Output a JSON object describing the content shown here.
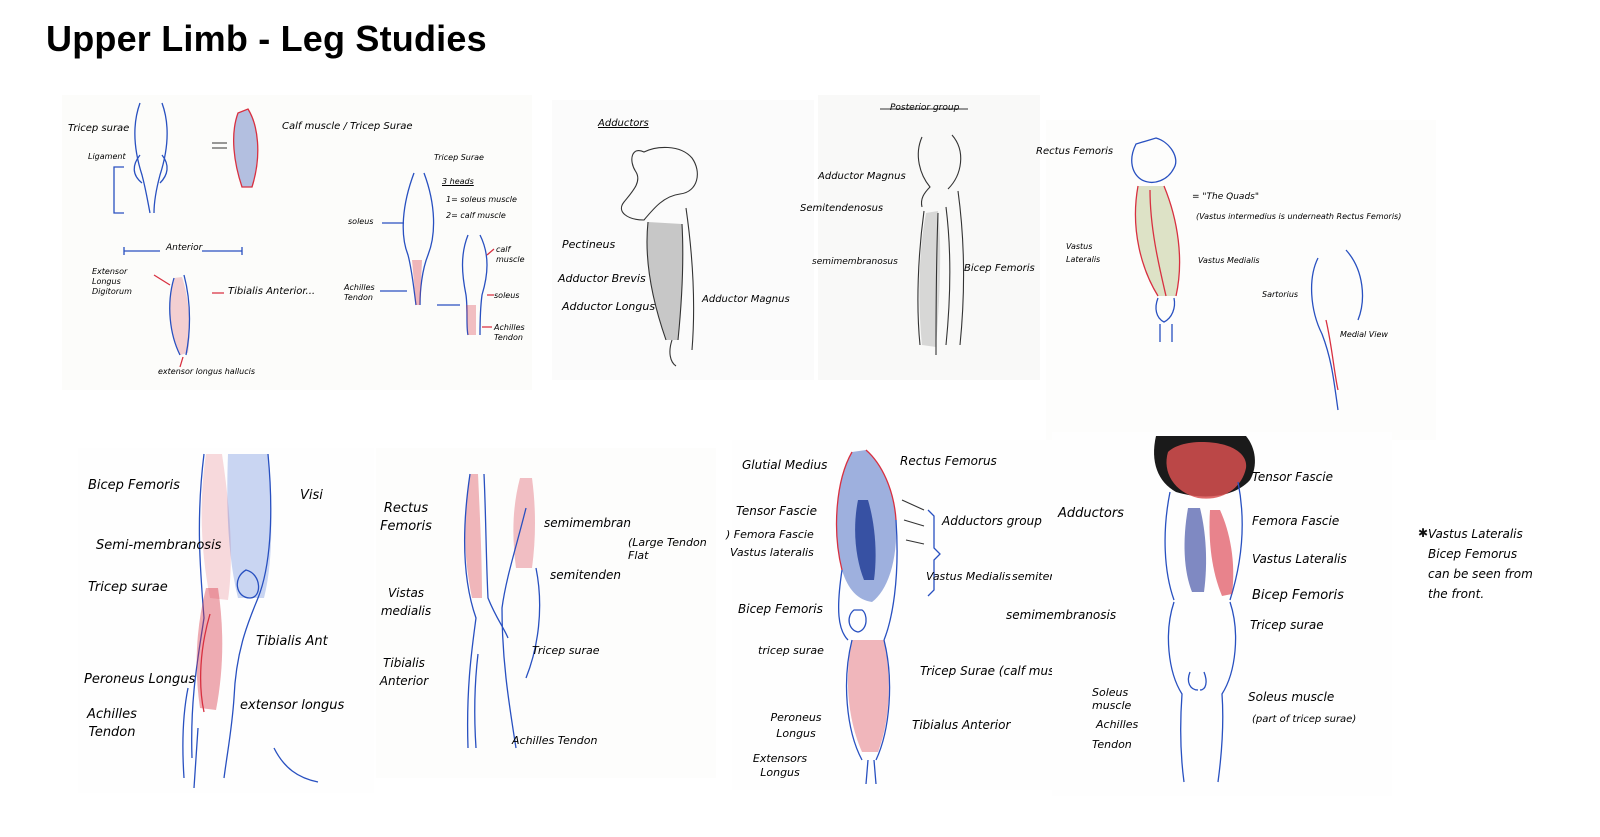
{
  "title": "Upper Limb - Leg Studies",
  "colors": {
    "blue_ink": "#1f47b8",
    "red_ink": "#d8283a",
    "pencil": "#222222"
  },
  "panel1": {
    "tricep_surae": "Tricep surae",
    "ligament": "Ligament",
    "calf_muscle": "Calf muscle / Tricep Surae",
    "anterior": "Anterior",
    "extensor_longus_digitorum": "Extensor Longus Digitorum",
    "tibialis_anterior": "Tibialis Anterior...",
    "extensor_longus_hallucis": "extensor longus hallucis"
  },
  "panel2": {
    "tricep_surae": "Tricep Surae",
    "three_heads": "3 heads",
    "head1": "1= soleus muscle",
    "head2": "2= calf muscle",
    "soleus": "soleus",
    "achilles_tendon": "Achilles Tendon",
    "calf_muscle": "calf muscle",
    "soleus2": "soleus",
    "achilles_tendon2": "Achilles Tendon"
  },
  "panel3": {
    "heading": "Adductors",
    "pectineus": "Pectineus",
    "adductor_brevis": "Adductor Brevis",
    "adductor_longus": "Adductor Longus",
    "adductor_magnus": "Adductor Magnus"
  },
  "panel4": {
    "heading": "Posterior group",
    "adductor_magnus": "Adductor Magnus",
    "semitendenosus": "Semitendenosus",
    "semimembranosus": "semimembranosus",
    "bicep_femoris": "Bicep Femoris"
  },
  "panel5": {
    "rectus_femoris": "Rectus Femoris",
    "the_quads": "= \"The Quads\"",
    "quads_note": "(Vastus intermedius is underneath Rectus Femoris)",
    "vastus_lateralis": "Vastus Lateralis",
    "vastus_medialis": "Vastus Medialis",
    "sartorius": "Sartorius",
    "medial_view": "Medial View"
  },
  "panel6": {
    "bicep_femoris": "Bicep Femoris",
    "visi": "Visi",
    "semi_membranosis": "Semi-membranosis",
    "tricep_surae": "Tricep surae",
    "tibialis_ant": "Tibialis Ant",
    "peroneus_longus": "Peroneus Longus",
    "achilles_tendon": "Achilles Tendon",
    "extensor_longus": "extensor longus"
  },
  "panel7": {
    "rectus_femoris": "Rectus Femoris",
    "semimembran": "semimembran",
    "large_tendon": "(Large Tendon Flat",
    "semitenden": "semitenden",
    "vistas_medialis": "Vistas medialis",
    "tibialis_anterior": "Tibialis Anterior",
    "tricep_surae": "Tricep surae",
    "achilles_tendon": "Achilles Tendon"
  },
  "panel8": {
    "gluteal_medius": "Glutial Medius",
    "rectus_femorus": "Rectus Femorus",
    "tensor_fascie": "Tensor Fascie",
    "femora_fascie": ") Femora Fascie",
    "vastus_lateralis": "Vastus lateralis",
    "adductors_group": "Adductors group",
    "vastus_medialis": "Vastus Medialis",
    "semitendenosus": "semitendenosus",
    "bicep_femoris": "Bicep Femoris",
    "tricep_surae": "tricep surae",
    "tricep_surae_calf": "Tricep Surae (calf muscle)",
    "peroneus_longus": "Peroneus Longus",
    "tibialis_anterior": "Tibialus Anterior",
    "extensor_longus": "Extensors Longus"
  },
  "panel9": {
    "adductors": "Adductors",
    "tensor_fascie": "Tensor Fascie",
    "femora_fascie": "Femora Fascie",
    "vastus_lateralis": "Vastus Lateralis",
    "semimembranosis": "semimembranosis",
    "bicep_femoris": "Bicep Femoris",
    "tricep_surae": "Tricep surae",
    "soleus_muscle": "Soleus muscle",
    "soleus_muscle_left": "Soleus muscle",
    "tricep_note": "(part of tricep surae)",
    "achilles": "Achilles",
    "tendon": "Tendon"
  },
  "note": {
    "line1": "Vastus Lateralis",
    "line2": "Bicep Femorus",
    "line3": "can be seen from",
    "line4": "the front."
  }
}
